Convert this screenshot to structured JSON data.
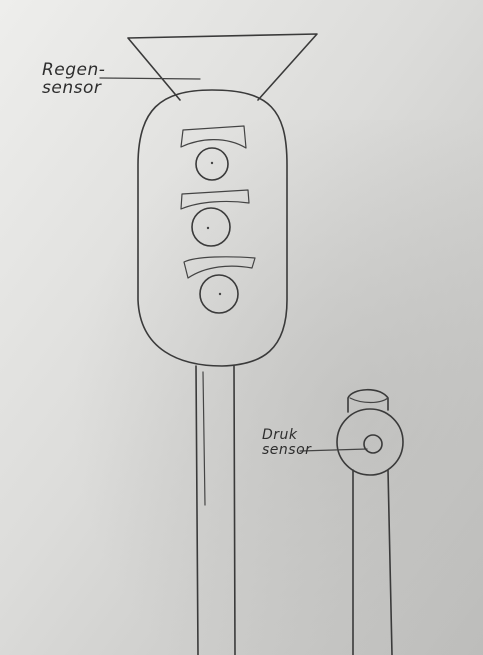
{
  "labels": {
    "rain_sensor_line1": "Regen-",
    "rain_sensor_line2": "sensor",
    "pressure_sensor_line1": "Druk",
    "pressure_sensor_line2": "sensor"
  },
  "colors": {
    "paper": "#d9d9d7",
    "ink": "#3a3a3a"
  }
}
